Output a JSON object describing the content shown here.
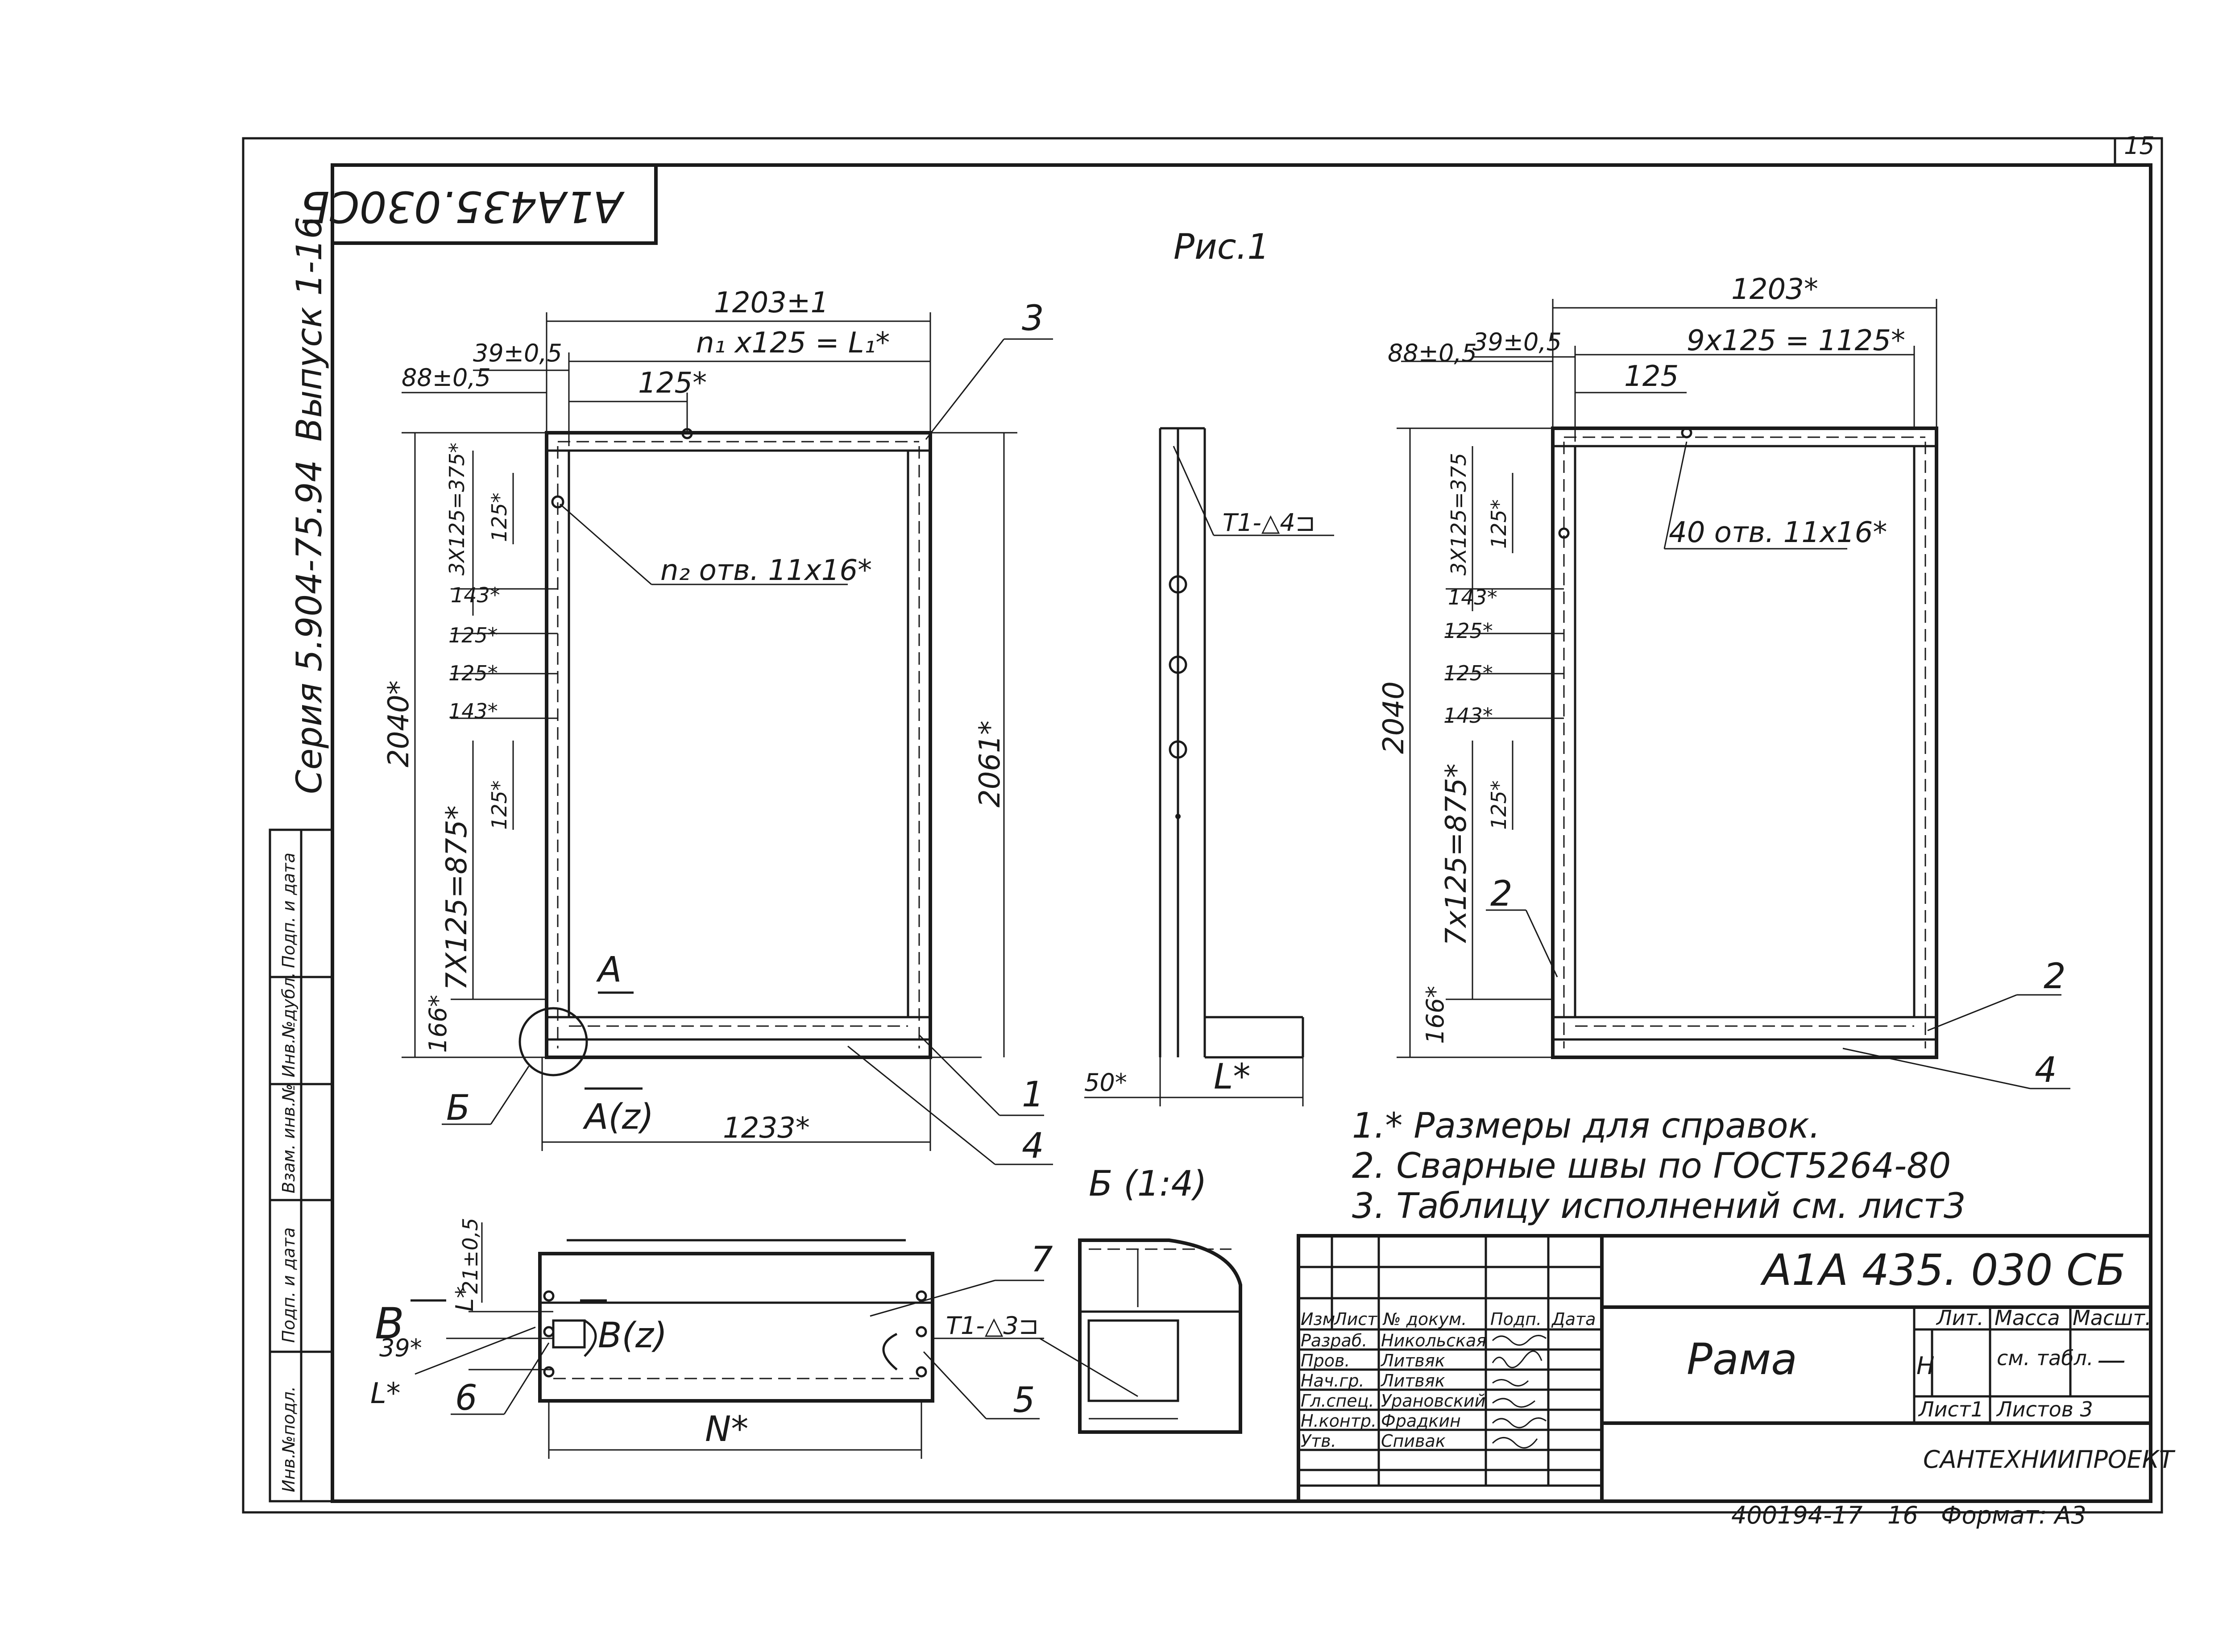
{
  "sheet_no": "15",
  "doc_code_rotated": "A1A435.030СБ",
  "fig_label": "Рис.1",
  "series": "Серия 5.904-75.94",
  "issue": "Выпуск 1-16",
  "left_stamp": [
    "Инв.№подл.",
    "Подп. и дата",
    "Взам. инв.№",
    "Инв.№дубл.",
    "Подп. и дата"
  ],
  "view1": {
    "dim_width_top": "1203±1",
    "dim_holes_top": "n₁ x125 = L₁*",
    "dim_39": "39±0,5",
    "dim_88": "88±0,5",
    "dim_125_top": "125*",
    "dim_height_left": "2040*",
    "dim_height_right": "2061*",
    "dim_3x125": "3X125=375*",
    "dim_125_a": "125*",
    "dim_143_a": "143*",
    "dim_125_b": "125*",
    "dim_125_c": "125*",
    "dim_143_b": "143*",
    "dim_125_d": "125*",
    "dim_7x125": "7X125=875*",
    "dim_166": "166*",
    "dim_bottom": "1233*",
    "holes_note": "n₂ отв. 11x16*",
    "section_A": "A",
    "section_A2": "A(z)",
    "view_B": "Б",
    "pos_3": "3",
    "pos_1": "1",
    "pos_4": "4"
  },
  "side_view": {
    "weld": "Т1-△4⊐",
    "dim_50": "50*",
    "dim_L": "L*"
  },
  "view2": {
    "dim_width_top": "1203*",
    "dim_holes_top": "9x125 = 1125*",
    "dim_39": "39±0,5",
    "dim_88": "88±0,5",
    "dim_125_top": "125",
    "dim_height_left": "2040",
    "dim_3x125": "3X125=375",
    "dim_125_a": "125*",
    "dim_143_a": "143*",
    "dim_125_b": "125*",
    "dim_125_c": "125*",
    "dim_143_b": "143*",
    "dim_125_d": "125*",
    "dim_7x125": "7x125=875*",
    "dim_166": "166*",
    "holes_note": "40 отв. 11x16*",
    "pos_2a": "2",
    "pos_2b": "2",
    "pos_4": "4"
  },
  "section_view": {
    "dim_21": "21±0,5",
    "dim_L": "L*",
    "dim_39": "39*",
    "dim_L2": "L*",
    "label_B": "B",
    "label_B2": "B(z)",
    "dim_N": "N*",
    "weld": "T1-△3⊐",
    "pos_7": "7",
    "pos_6": "6",
    "pos_5": "5"
  },
  "detail_B_title": "Б (1:4)",
  "notes": [
    "1.* Размеры для справок.",
    "2. Сварные швы по ГОСТ5264-80",
    "3. Таблицу исполнений см. лист3"
  ],
  "title_block": {
    "doc_code": "A1A 435. 030 СБ",
    "name": "Рама",
    "col_lit": "Лит.",
    "col_mass": "Масса",
    "col_scale": "Масшт.",
    "lit_value": "Н",
    "mass_value": "см. табл.",
    "scale_value": "—",
    "sheet": "Лист1",
    "sheets": "Листов 3",
    "org": "САНТЕХНИИПРОЕКТ",
    "header_row": [
      "Изм",
      "Лист",
      "№ докум.",
      "Подп.",
      "Дата"
    ],
    "rows": [
      {
        "role": "Разраб.",
        "name": "Никольская"
      },
      {
        "role": "Пров.",
        "name": "Литвяк"
      },
      {
        "role": "Нач.гр.",
        "name": "Литвяк"
      },
      {
        "role": "Гл.спец.",
        "name": "Урановский"
      },
      {
        "role": "Н.контр.",
        "name": "Фрадкин"
      },
      {
        "role": "Утв.",
        "name": "Спивак"
      }
    ]
  },
  "bottom_code": "400194-17",
  "bottom_num": "16",
  "format": "Формат: А3"
}
